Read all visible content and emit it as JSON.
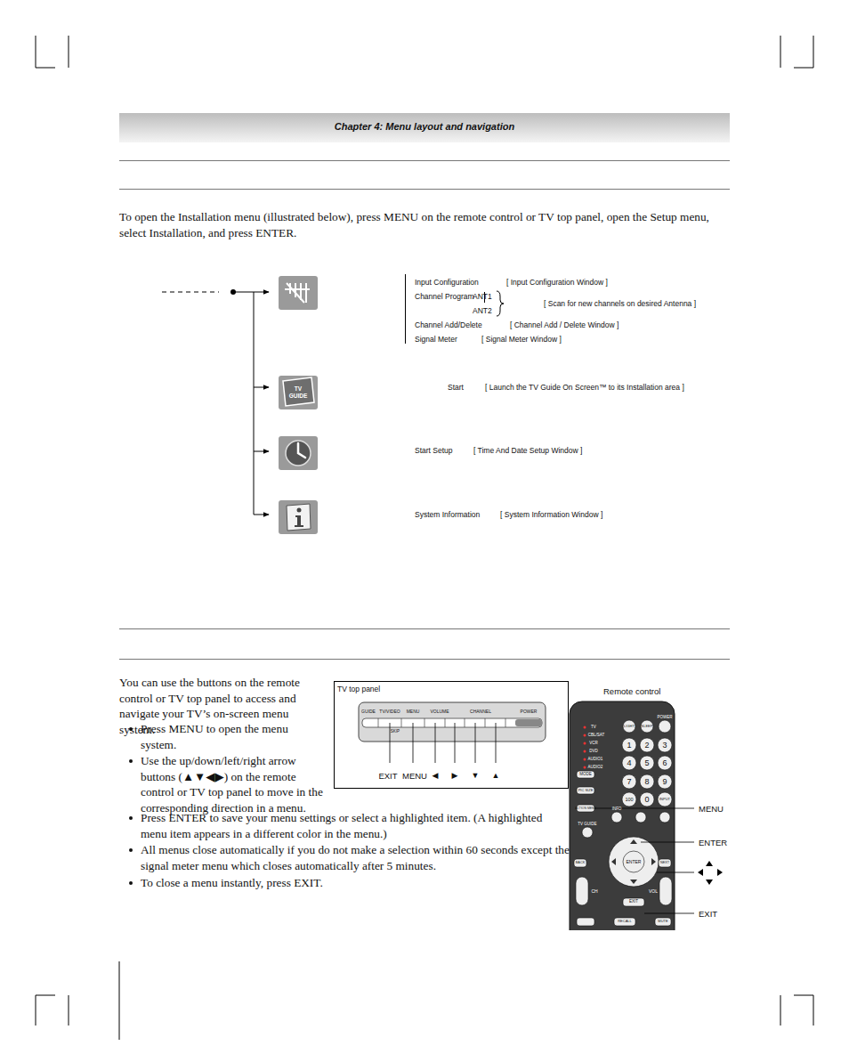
{
  "diagram": {
    "nodes": [
      {
        "text": [
          "Chapter 4: Menu layout and navigation"
        ]
      },
      {
        "text": [
          "TV top panel"
        ]
      }
    ],
    "labels": [
      "To open the Installation menu (illustrated below), press MENU on the remote control or TV top panel, open the Setup menu, select Installation, and press ENTER.",
      "Input Configuration",
      "[ Input Configuration Window ]",
      "Channel Program",
      "ANT1",
      "ANT2",
      "[ Scan for new channels on desired Antenna ]",
      "Channel Add/Delete",
      "[ Channel Add / Delete Window ]",
      "Signal Meter",
      "[ Signal Meter Window ]",
      "TV GUIDE",
      "Start",
      "[ Launch the TV Guide On Screen™ to its Installation area ]",
      "Start Setup",
      "[ Time And Date Setup Window ]",
      "System Information",
      "[ System Information Window ]",
      "You can use the buttons on the remote control or TV top panel to access and navigate your TV’s on-screen menu system.",
      "Press MENU to open the menu system.",
      "Use the up/down/left/right arrow buttons (▲▼◀▶) on the remote control or TV top panel to move in the corresponding direction in a menu.",
      "Press ENTER to save your menu settings or select a highlighted item. (A highlighted menu item appears in a different color in the menu.)",
      "All menus close automatically if you do not make a selection within 60 seconds except the signal meter menu which closes automatically after 5 minutes.",
      "To close a menu instantly, press EXIT.",
      "GUIDE",
      "TV/VIDEO",
      "MENU",
      "VOLUME",
      "CHANNEL",
      "POWER",
      "SKIP",
      "EXIT",
      "MENU",
      "◀",
      "▶",
      "▼",
      "▲",
      "Remote control",
      "MENU",
      "ENTER",
      "EXIT",
      "TV",
      "CBL/SAT",
      "VCR",
      "DVD",
      "AUDIO1",
      "AUDIO2",
      "MODE",
      "LIGHT",
      "SLEEP",
      "POWER",
      "1",
      "2",
      "3",
      "4",
      "5",
      "6",
      "7",
      "8",
      "9",
      "100",
      "0",
      "INPUT",
      "PIC SIZE",
      "ACTION MENU",
      "INFO",
      "TV GUIDE",
      "ENTER",
      "BACK",
      "NEXT",
      "CH",
      "VOL",
      "EXIT",
      "RECALL",
      "MUTE"
    ]
  }
}
